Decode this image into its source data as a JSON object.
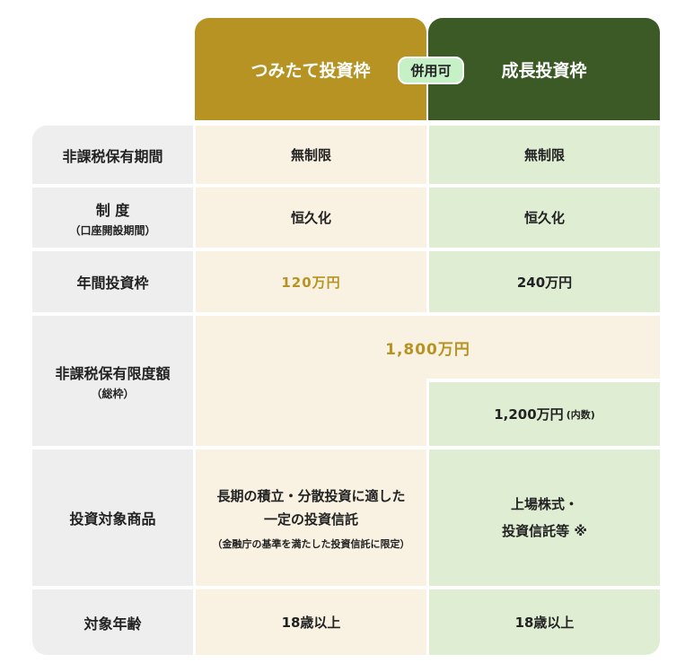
{
  "header": {
    "col_tsumitate": "つみたて投資枠",
    "col_growth": "成長投資枠",
    "badge": "併用可"
  },
  "colors": {
    "tsumitate_header": "#b69323",
    "growth_header": "#3b5a26",
    "tsumitate_cell": "#f9f2e2",
    "growth_cell": "#dfedd3",
    "label_cell": "#eeeeee",
    "badge": "#c6f0c6",
    "accent_gold": "#b69323"
  },
  "rows": [
    {
      "label": "非課税保有期間",
      "tsumitate": "無制限",
      "growth": "無制限"
    },
    {
      "label": "制 度",
      "label_sub": "（口座開設期間）",
      "tsumitate": "恒久化",
      "growth": "恒久化"
    },
    {
      "label": "年間投資枠",
      "tsumitate": "120万円",
      "growth": "240万円"
    },
    {
      "label": "非課税保有限度額",
      "label_sub": "（総枠）",
      "combined": "1,800万円",
      "growth": "1,200万円",
      "growth_note": "(内数)"
    },
    {
      "label": "投資対象商品",
      "tsumitate_line1": "長期の積立・分散投資に適した",
      "tsumitate_line2": "一定の投資信託",
      "tsumitate_note": "（金融庁の基準を満たした投資信託に限定）",
      "growth_line1": "上場株式・",
      "growth_line2": "投資信託等 ※"
    },
    {
      "label": "対象年齢",
      "tsumitate": "18歳以上",
      "growth": "18歳以上"
    }
  ]
}
